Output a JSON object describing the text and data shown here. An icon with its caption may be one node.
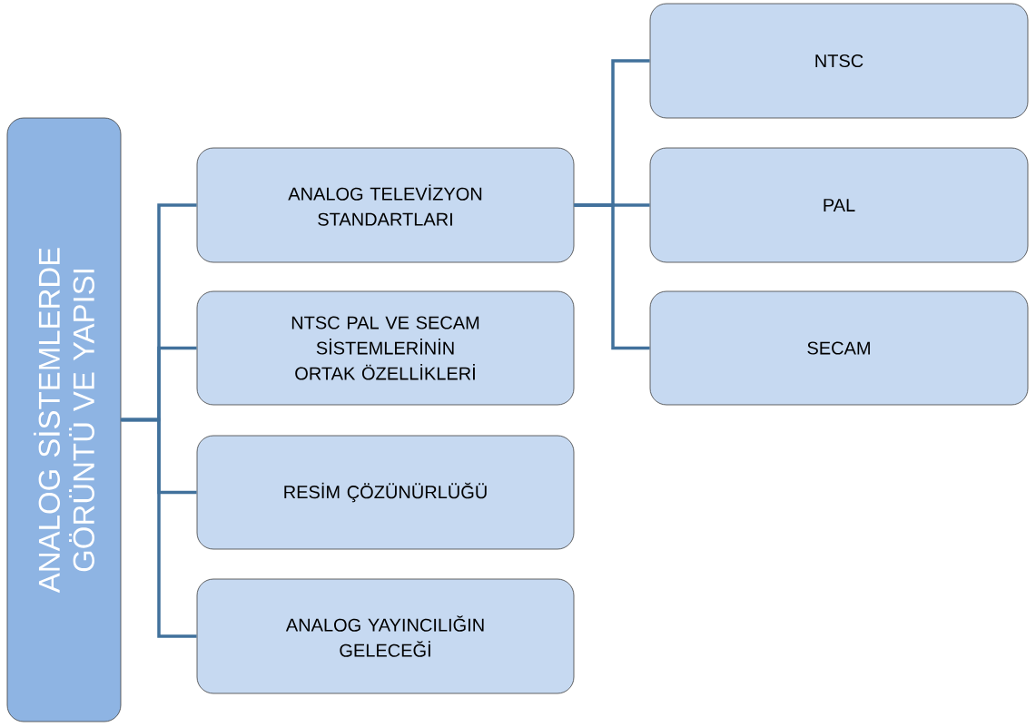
{
  "diagram": {
    "nodes": [
      {
        "text": [
          "ANALOG SİSTEMLERDE GÖRÜNTÜ VE YAPISI"
        ]
      },
      {
        "text": [
          "ANALOG TELEVİZYON STANDARTLARI"
        ]
      },
      {
        "text": [
          "NTSC PAL VE SECAM SİSTEMLERİNİN ORTAK ÖZELLİKLERİ"
        ]
      },
      {
        "text": [
          "RESİM ÇÖZÜNÜRLÜĞÜ"
        ]
      },
      {
        "text": [
          "ANALOG YAYINCILIĞIN GELECEĞİ"
        ]
      },
      {
        "text": [
          "NTSC"
        ]
      },
      {
        "text": [
          "PAL"
        ]
      },
      {
        "text": [
          "SECAM"
        ]
      }
    ],
    "edges": [
      {
        "from": 0,
        "to": 1,
        "arrow": "none"
      },
      {
        "from": 0,
        "to": 2,
        "arrow": "none"
      },
      {
        "from": 0,
        "to": 3,
        "arrow": "none"
      },
      {
        "from": 0,
        "to": 4,
        "arrow": "none"
      },
      {
        "from": 1,
        "to": 5,
        "arrow": "none"
      },
      {
        "from": 1,
        "to": 6,
        "arrow": "none"
      },
      {
        "from": 1,
        "to": 7,
        "arrow": "none"
      }
    ]
  }
}
